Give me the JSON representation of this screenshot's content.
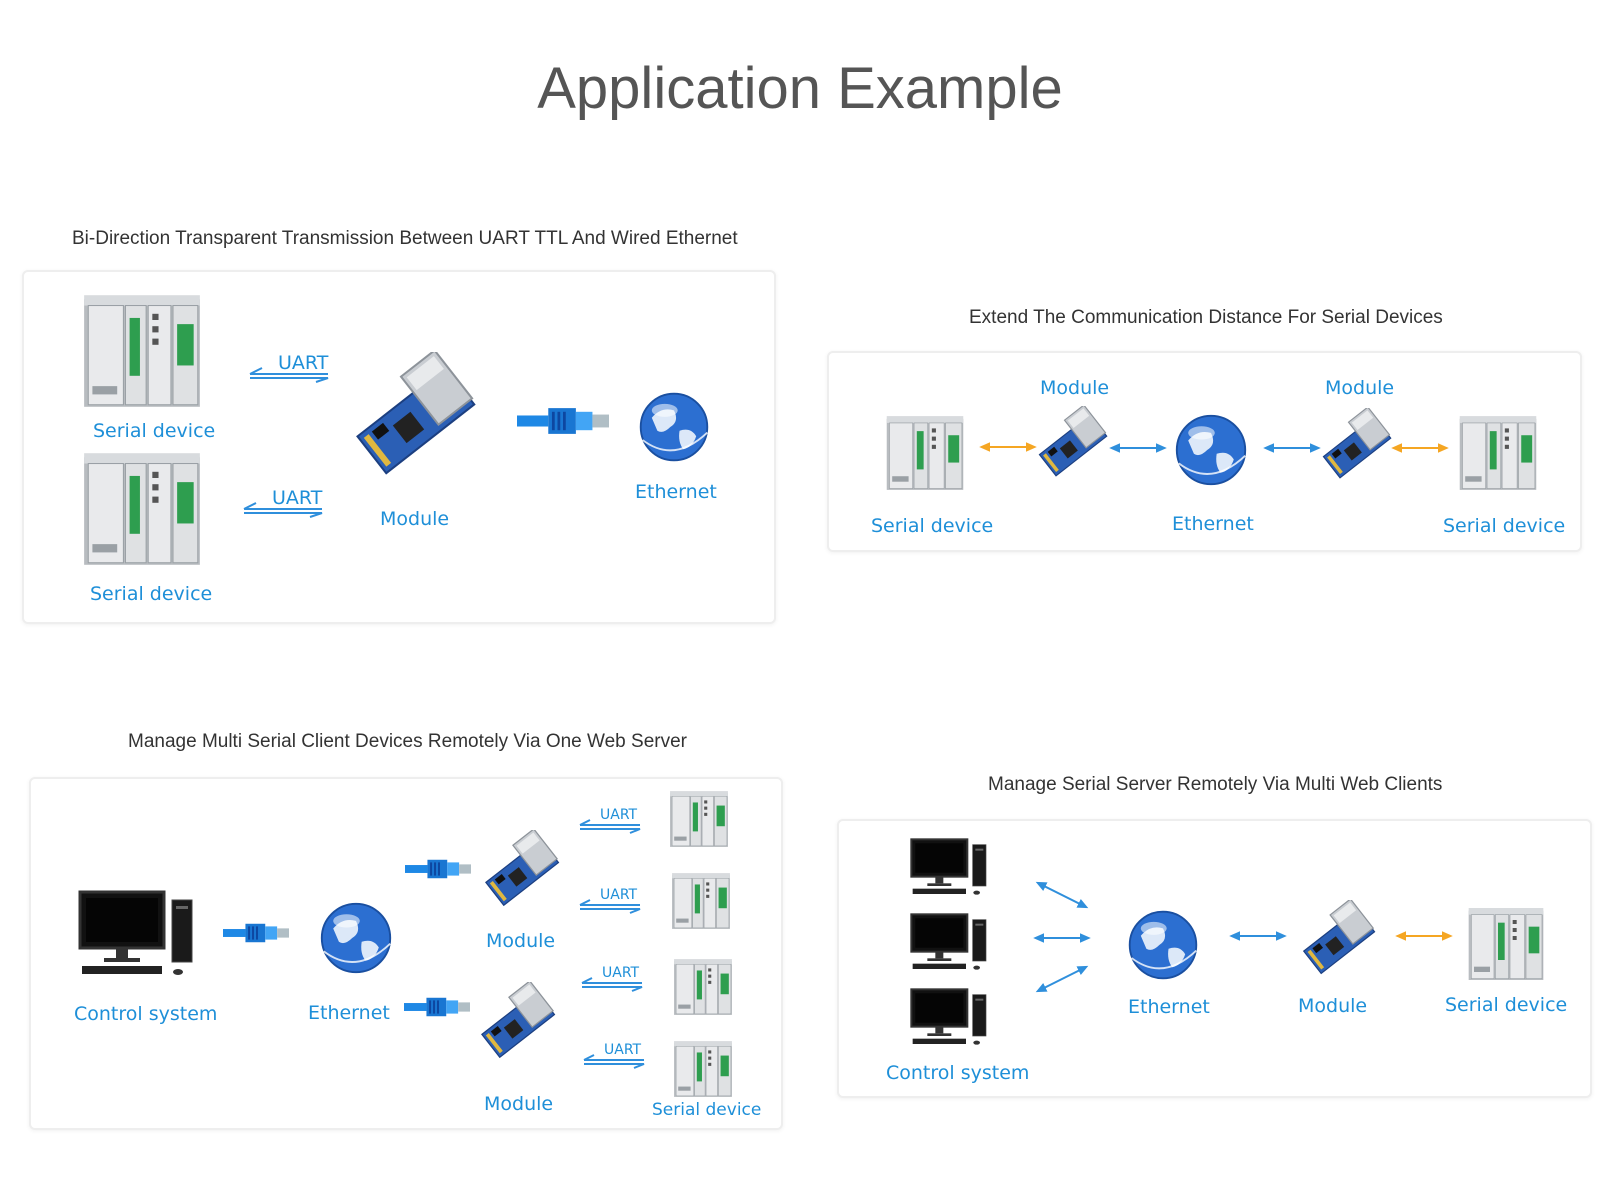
{
  "page_title": "Application Example",
  "sections": [
    {
      "title": "Bi-Direction Transparent Transmission Between UART TTL And Wired Ethernet",
      "labels": {
        "serial_device_top": "Serial device",
        "serial_device_bottom": "Serial device",
        "uart_top": "UART",
        "uart_bottom": "UART",
        "module": "Module",
        "ethernet": "Ethernet"
      }
    },
    {
      "title": "Extend The Communication Distance For Serial Devices",
      "labels": {
        "serial_device_left": "Serial device",
        "module_left": "Module",
        "ethernet": "Ethernet",
        "module_right": "Module",
        "serial_device_right": "Serial device"
      }
    },
    {
      "title": "Manage Multi Serial Client Devices Remotely Via One Web Server",
      "labels": {
        "control_system": "Control system",
        "ethernet": "Ethernet",
        "module_top": "Module",
        "module_bottom": "Module",
        "uart_1": "UART",
        "uart_2": "UART",
        "uart_3": "UART",
        "uart_4": "UART",
        "serial_device": "Serial device"
      }
    },
    {
      "title": "Manage Serial Server Remotely Via Multi Web Clients",
      "labels": {
        "control_system": "Control system",
        "ethernet": "Ethernet",
        "module": "Module",
        "serial_device": "Serial device"
      }
    }
  ],
  "colors": {
    "label": "#1e8fd8",
    "arrow_blue": "#2f8fdc",
    "arrow_orange": "#f5a623",
    "panel_border": "#eeeeee"
  }
}
